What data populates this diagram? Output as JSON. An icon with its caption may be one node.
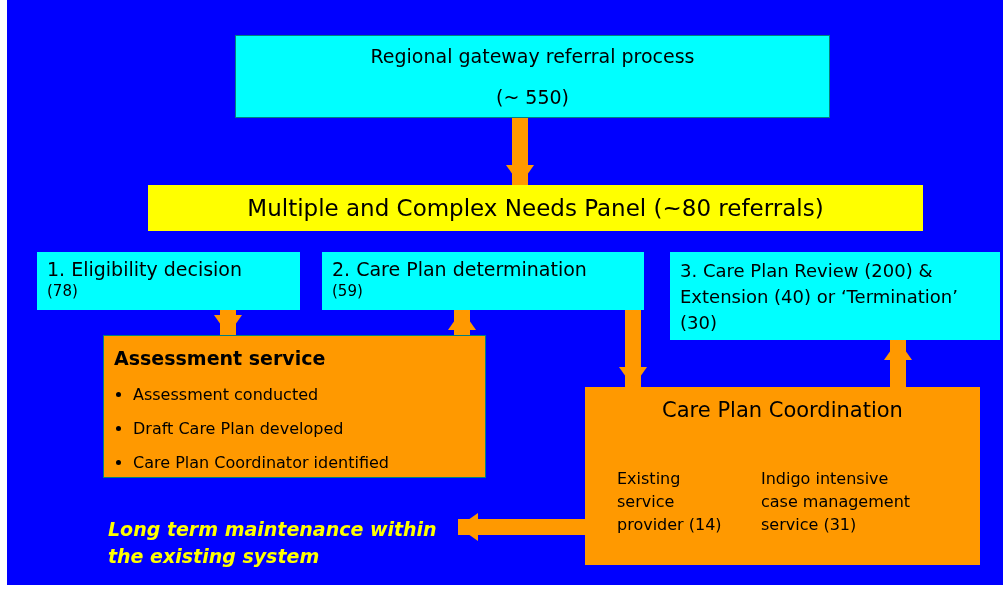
{
  "diagram": {
    "nodes": [
      {
        "text": [
          "Regional gateway referral process",
          "(~ 550)"
        ]
      },
      {
        "text": [
          "Multiple and Complex Needs Panel (~80 referrals)"
        ]
      },
      {
        "text": [
          "1. Eligibility decision",
          "(78)"
        ]
      },
      {
        "text": [
          "2. Care Plan determination",
          "(59)"
        ]
      },
      {
        "text": [
          "3. Care Plan Review (200) & Extension (40) or ‘Termination’ (30)"
        ]
      },
      {
        "text": [
          "Assessment service",
          "Assessment conducted",
          "Draft Care Plan developed",
          "Care Plan Coordinator identified"
        ]
      },
      {
        "text": [
          "Care Plan Coordination",
          "Existing service provider (14)",
          "Indigo intensive case management service (31)"
        ]
      },
      {
        "text": [
          "Long term maintenance within the existing system"
        ]
      }
    ],
    "edges": [
      {
        "from": 0,
        "to": 1,
        "arrow": "to"
      },
      {
        "from": 2,
        "to": 5,
        "arrow": "to"
      },
      {
        "from": 5,
        "to": 3,
        "arrow": "to"
      },
      {
        "from": 3,
        "to": 6,
        "arrow": "to"
      },
      {
        "from": 6,
        "to": 4,
        "arrow": "to"
      },
      {
        "from": 6,
        "to": 7,
        "arrow": "to"
      }
    ]
  }
}
